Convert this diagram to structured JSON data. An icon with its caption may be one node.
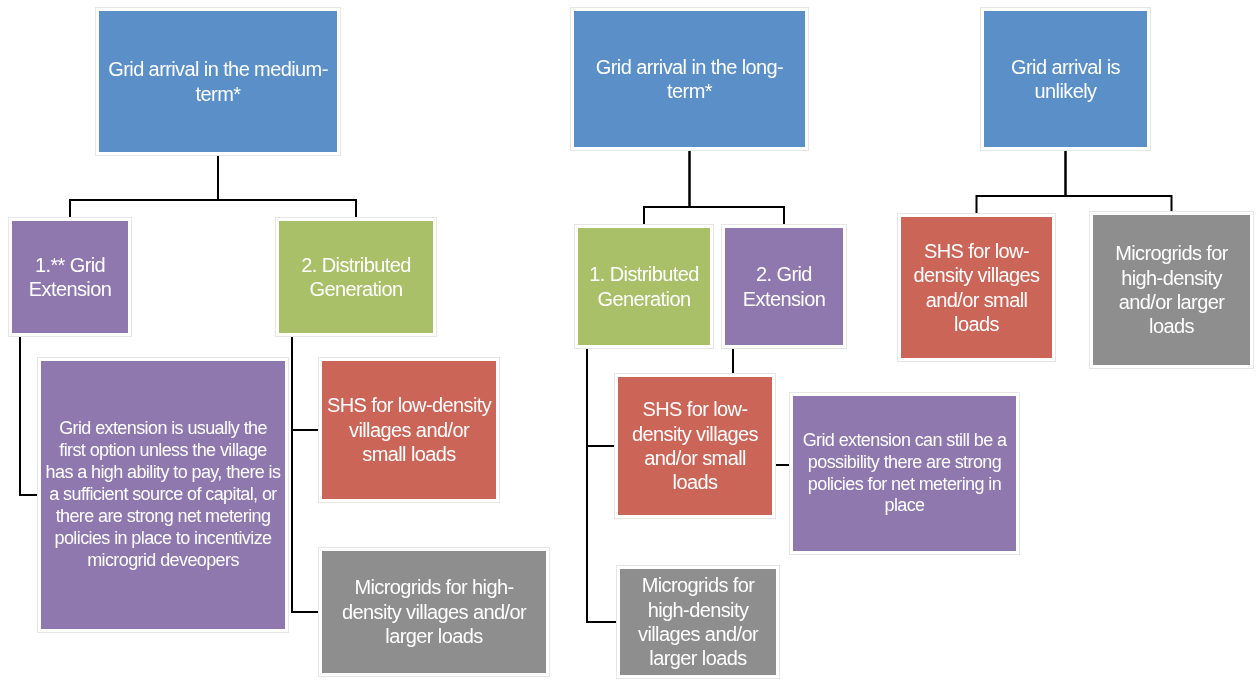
{
  "diagram": {
    "nodes": [
      {
        "text": [
          "Grid arrival in the medium-term*"
        ]
      },
      {
        "text": [
          "1.** Grid Extension"
        ]
      },
      {
        "text": [
          "2. Distributed Generation"
        ]
      },
      {
        "text": [
          "Grid extension is usually the first option unless the village has a high ability to pay, there is a sufficient source of capital, or there are strong net metering policies in place to incentivize microgrid deveopers"
        ]
      },
      {
        "text": [
          "SHS for low-density villages and/or small loads"
        ]
      },
      {
        "text": [
          "Microgrids for high-density villages and/or larger loads"
        ]
      },
      {
        "text": [
          "Grid arrival in the long-term*"
        ]
      },
      {
        "text": [
          "1. Distributed Generation"
        ]
      },
      {
        "text": [
          "2. Grid Extension"
        ]
      },
      {
        "text": [
          "SHS for low-density villages and/or small loads"
        ]
      },
      {
        "text": [
          "Grid extension can still be a possibility there are strong policies for net metering in place"
        ]
      },
      {
        "text": [
          "Microgrids for high-density villages and/or larger loads"
        ]
      },
      {
        "text": [
          "Grid arrival is unlikely"
        ]
      },
      {
        "text": [
          "SHS for low-density villages and/or small loads"
        ]
      },
      {
        "text": [
          "Microgrids for high-density and/or larger loads"
        ]
      }
    ],
    "edges": [
      {
        "from": 0,
        "to": 1,
        "arrow": "none"
      },
      {
        "from": 0,
        "to": 2,
        "arrow": "none"
      },
      {
        "from": 1,
        "to": 3,
        "arrow": "none"
      },
      {
        "from": 2,
        "to": 4,
        "arrow": "none"
      },
      {
        "from": 2,
        "to": 5,
        "arrow": "none"
      },
      {
        "from": 6,
        "to": 7,
        "arrow": "none"
      },
      {
        "from": 6,
        "to": 8,
        "arrow": "none"
      },
      {
        "from": 7,
        "to": 9,
        "arrow": "none"
      },
      {
        "from": 7,
        "to": 11,
        "arrow": "none"
      },
      {
        "from": 8,
        "to": 9,
        "arrow": "none"
      },
      {
        "from": 9,
        "to": 10,
        "arrow": "none"
      },
      {
        "from": 12,
        "to": 13,
        "arrow": "none"
      },
      {
        "from": 12,
        "to": 14,
        "arrow": "none"
      }
    ]
  }
}
